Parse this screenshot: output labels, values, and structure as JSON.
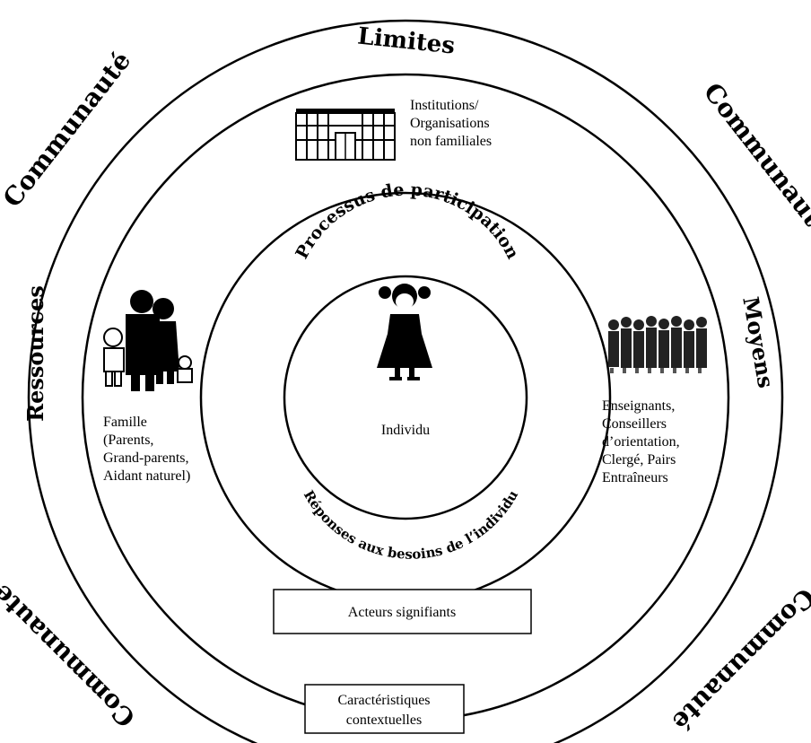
{
  "labels": {
    "limites": "Limites",
    "communaute": "Communauté",
    "ressources": "Ressources",
    "moyens": "Moyens",
    "processus": "Processus de participation",
    "reponses": "Réponses aux besoins de l’individu",
    "individu": "Individu",
    "institutions": "Institutions/\nOrganisations\nnon familiales",
    "famille": "Famille\n(Parents,\nGrand-parents,\nAidant naturel)",
    "enseignants": "Enseignants,\nConseillers\nd’orientation,\nClergé, Pairs\nEntraîneurs",
    "acteurs": "Acteurs signifiants",
    "caracteristiques_1": "Caractéristiques",
    "caracteristiques_2": "contextuelles"
  },
  "icons": [
    "building-icon",
    "family-icon",
    "child-icon",
    "crowd-icon"
  ],
  "colors": {
    "ink": "#000000",
    "background": "#ffffff"
  }
}
